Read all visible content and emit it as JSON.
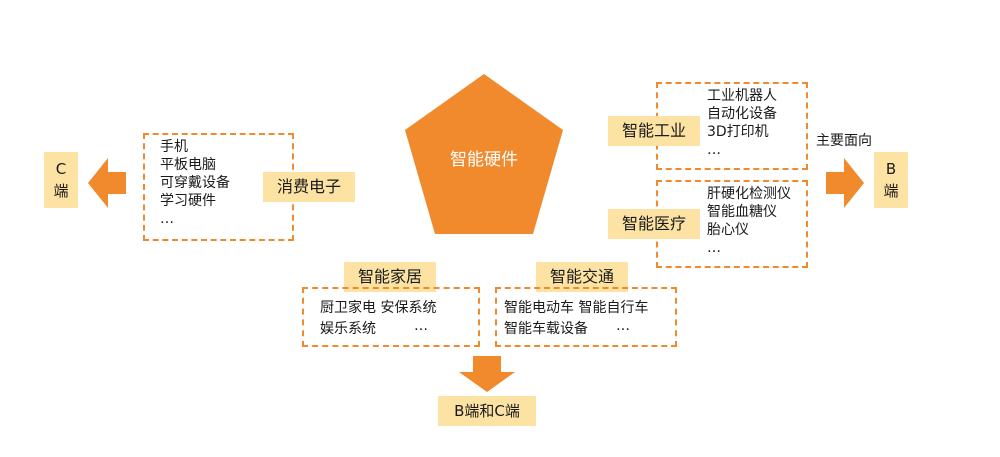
{
  "center": {
    "label": "智能硬件"
  },
  "consumer": {
    "tag": "消费电子",
    "items": [
      "手机",
      "平板电脑",
      "可穿戴设备",
      "学习硬件",
      "…"
    ]
  },
  "c_end": {
    "line1": "C",
    "line2": "端"
  },
  "industry": {
    "tag": "智能工业",
    "items": [
      "工业机器人",
      "自动化设备",
      "3D打印机",
      "…"
    ]
  },
  "medical": {
    "tag": "智能医疗",
    "items": [
      "肝硬化检测仪",
      "智能血糖仪",
      "胎心仪",
      "…"
    ]
  },
  "main_target_label": "主要面向",
  "b_end": {
    "line1": "B",
    "line2": "端"
  },
  "home": {
    "tag": "智能家居",
    "row1": "厨卫家电 安保系统",
    "row2": "娱乐系统",
    "row2_more": "…"
  },
  "transport": {
    "tag": "智能交通",
    "row1": "智能电动车 智能自行车",
    "row2": "智能车载设备",
    "row2_more": "…"
  },
  "bc_end": {
    "label": "B端和C端"
  },
  "colors": {
    "accent": "#f08a2c",
    "tag_bg": "#fde3a3"
  }
}
